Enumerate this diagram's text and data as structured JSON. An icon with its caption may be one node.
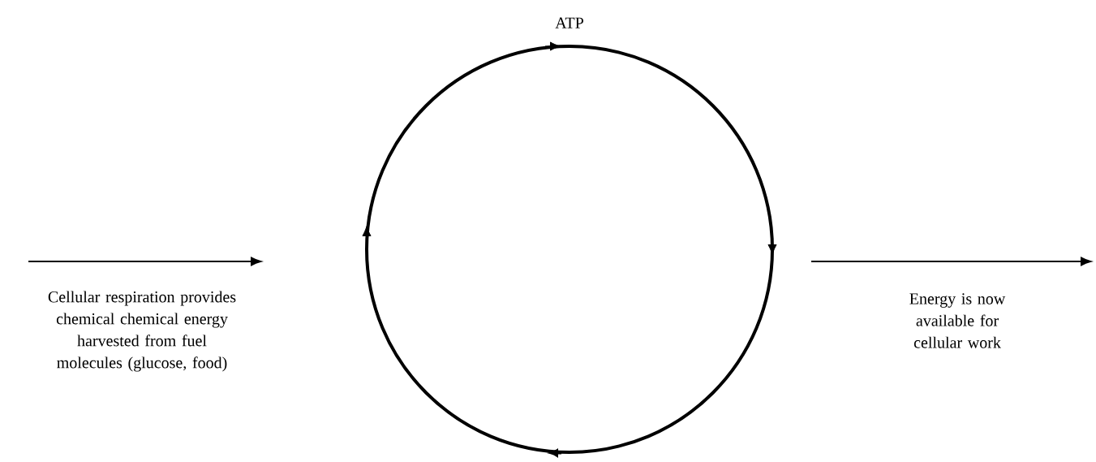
{
  "diagram": {
    "nodes": [
      {
        "text": [
          "ATP"
        ]
      },
      {
        "text": [
          "Cellular respiration provides chemical chemical energy harvested from fuel molecules (glucose, food)"
        ]
      },
      {
        "text": [
          "Energy is now available for cellular work"
        ]
      }
    ]
  }
}
